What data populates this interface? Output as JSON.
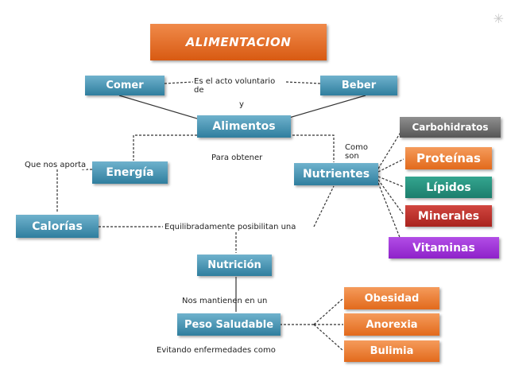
{
  "diagram": {
    "title": "ALIMENTACION",
    "nodes": {
      "comer": "Comer",
      "beber": "Beber",
      "alimentos": "Alimentos",
      "energia": "Energía",
      "nutrientes": "Nutrientes",
      "calorias": "Calorías",
      "nutricion": "Nutrición",
      "peso_saludable": "Peso Saludable",
      "carbohidratos": "Carbohidratos",
      "proteinas": "Proteínas",
      "lipidos": "Lípidos",
      "minerales": "Minerales",
      "vitaminas": "Vitaminas",
      "obesidad": "Obesidad",
      "anorexia": "Anorexia",
      "bulimia": "Bulimia"
    },
    "labels": {
      "acto_line1": "Es el acto voluntario",
      "acto_line2": "de",
      "y": "y",
      "para_obtener": "Para obtener",
      "como": "Como",
      "son": "son",
      "que_nos_aporta": "Que nos aporta",
      "equilibradamente": "Equilibradamente posibilitan una",
      "nos_mantienen": "Nos mantienen en un",
      "evitando": "Evitando enfermedades como"
    },
    "decor_icon": "sparkle-icon",
    "colors": {
      "teal": "#3a8aab",
      "orange": "#e8792f",
      "gray": "#6b6b6b",
      "green": "#23907c",
      "red": "#bc332d",
      "purple": "#a03bd8",
      "blue": "#2b86d8"
    }
  }
}
